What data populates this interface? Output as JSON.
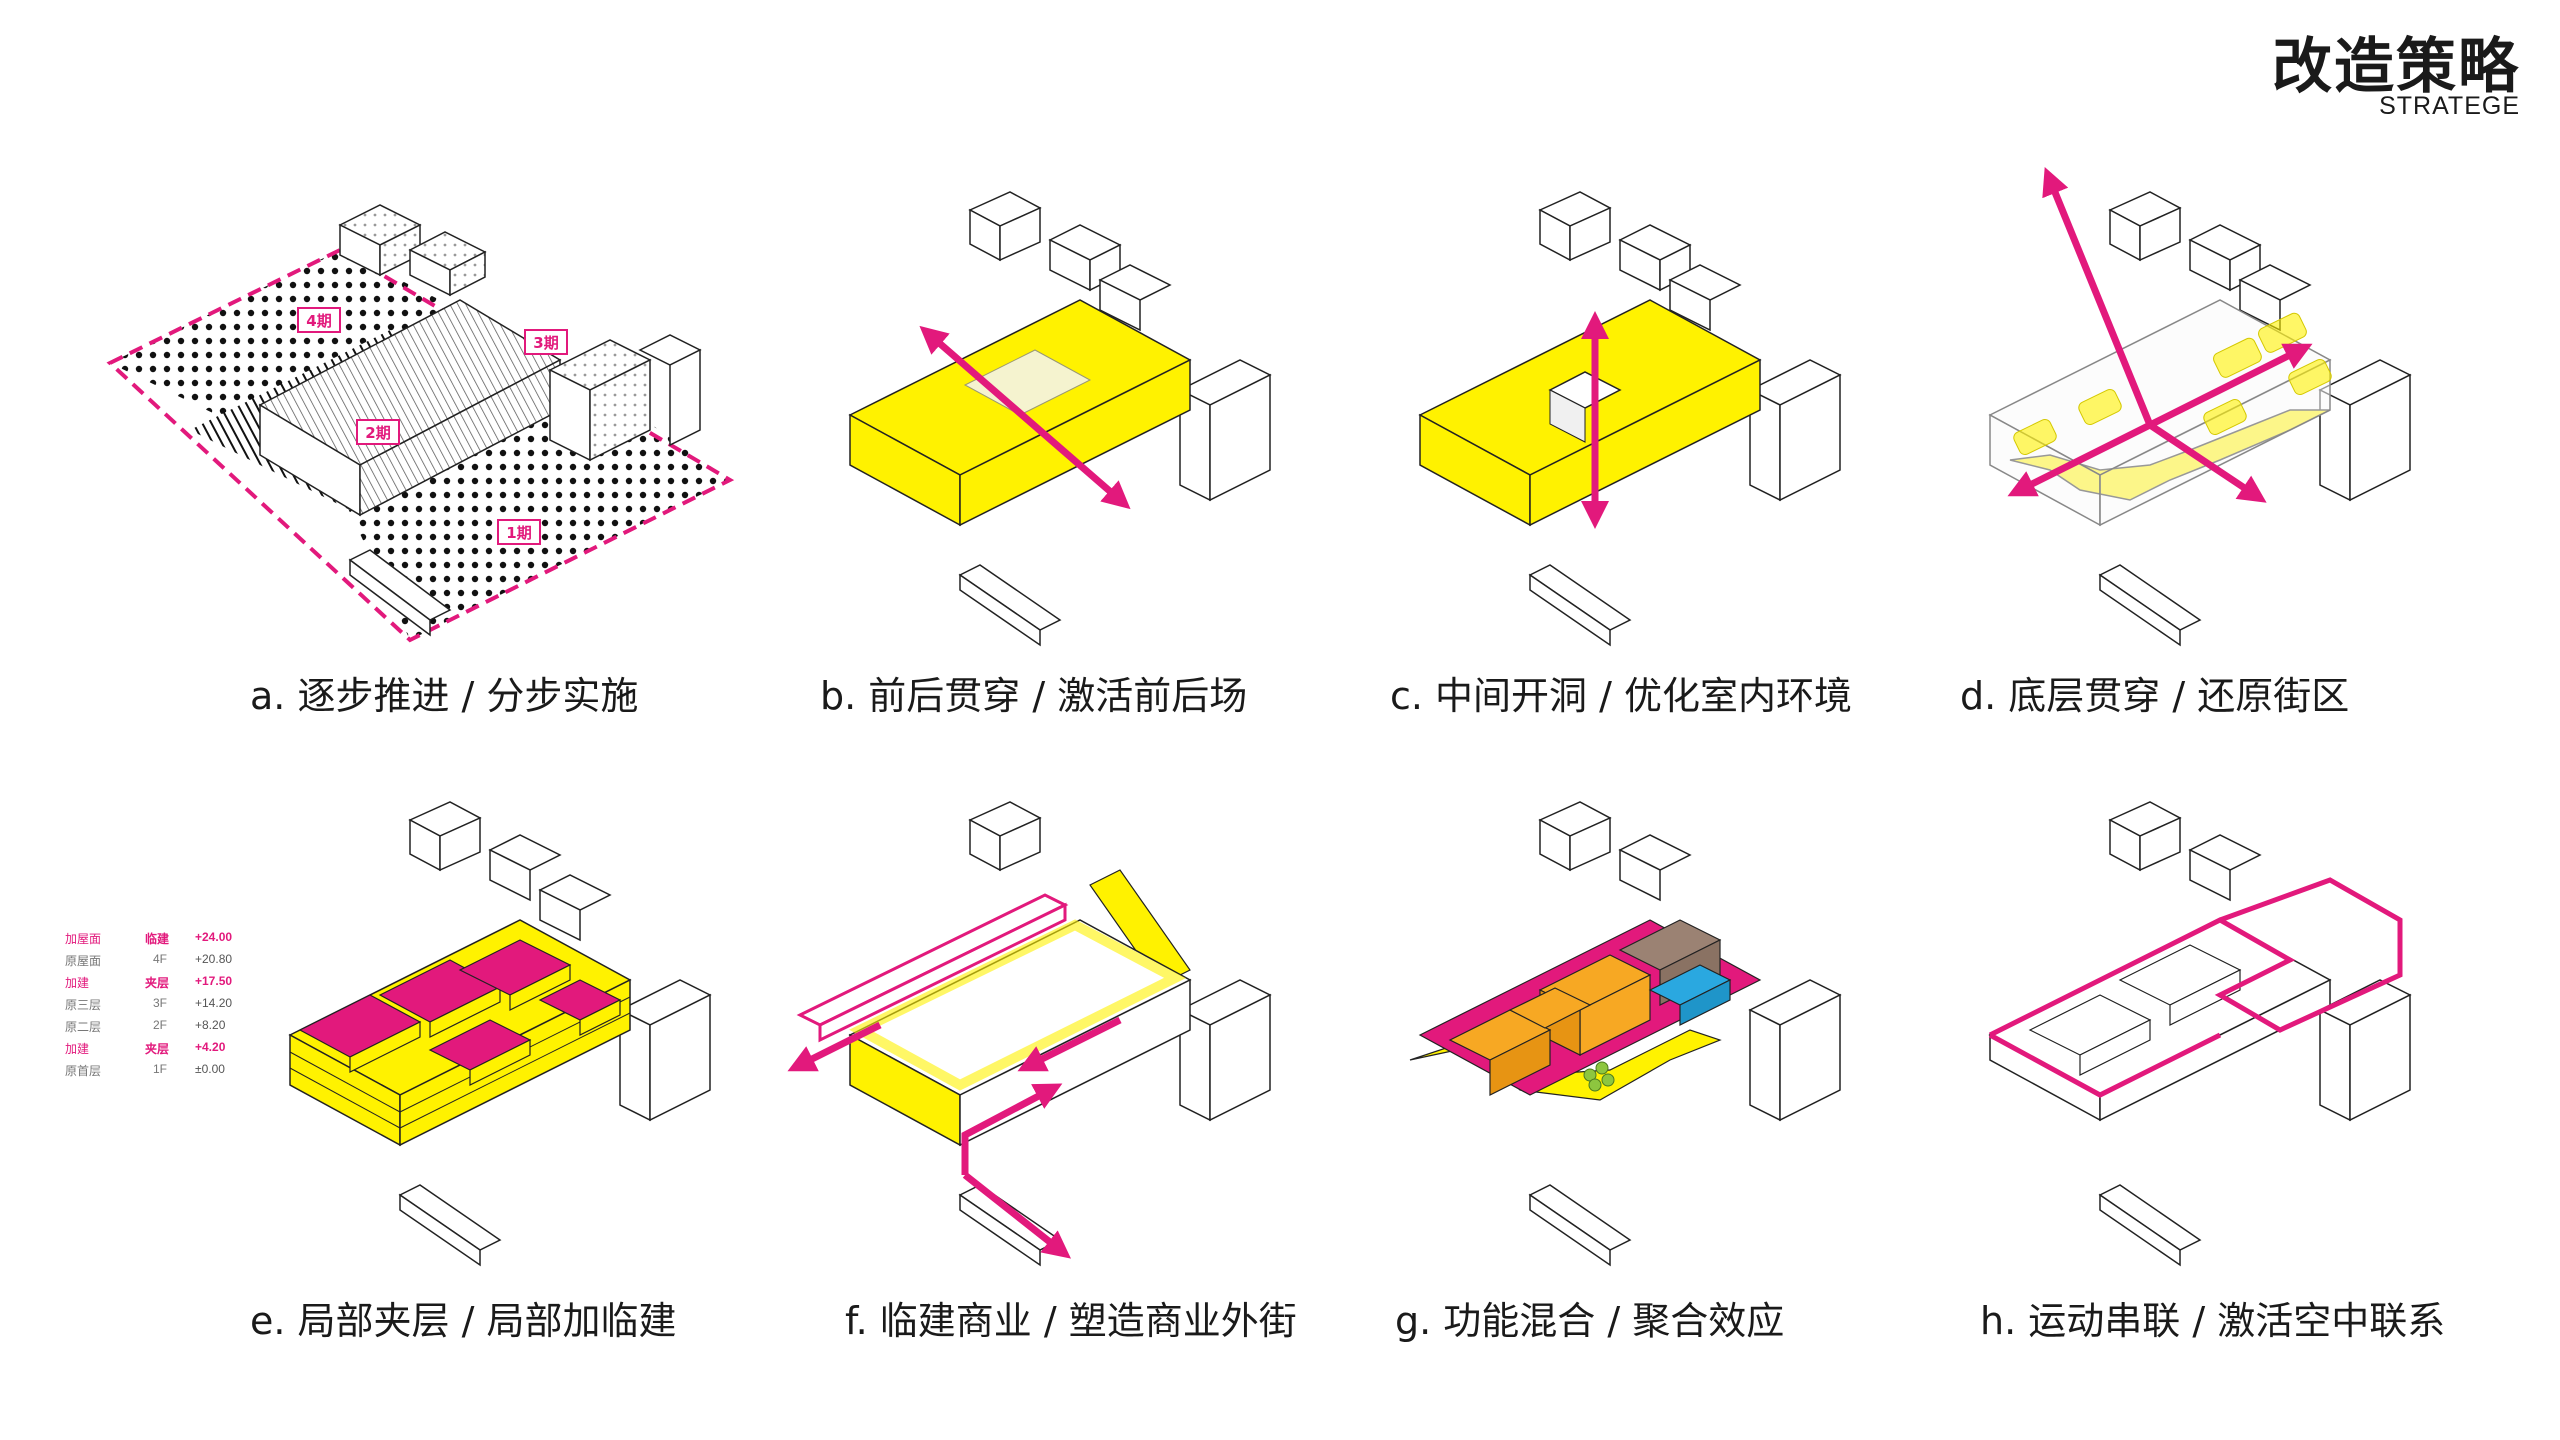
{
  "header": {
    "title": "改造策略",
    "subtitle": "STRATEGE"
  },
  "colors": {
    "magenta": "#e2197c",
    "yellow": "#fff200",
    "orange": "#f7a823",
    "brown": "#9b8273",
    "blue": "#2aa8e0",
    "green": "#8dc63f"
  },
  "panels": [
    {
      "caption": "a. 逐步推进 / 分步实施",
      "phases": [
        "4期",
        "3期",
        "2期",
        "1期"
      ]
    },
    {
      "caption": "b. 前后贯穿 / 激活前后场"
    },
    {
      "caption": "c. 中间开洞 / 优化室内环境"
    },
    {
      "caption": "d. 底层贯穿 / 还原街区"
    },
    {
      "caption": "e. 局部夹层 / 局部加临建",
      "levels": [
        {
          "name": "加屋面",
          "tag": "临建",
          "value": "+24.00"
        },
        {
          "name": "原屋面",
          "tag": "4F",
          "value": "+20.80"
        },
        {
          "name": "加建",
          "tag": "夹层",
          "value": "+17.50"
        },
        {
          "name": "原三层",
          "tag": "3F",
          "value": "+14.20"
        },
        {
          "name": "原二层",
          "tag": "2F",
          "value": "+8.20"
        },
        {
          "name": "加建",
          "tag": "夹层",
          "value": "+4.20"
        },
        {
          "name": "原首层",
          "tag": "1F",
          "value": "±0.00"
        }
      ]
    },
    {
      "caption": "f. 临建商业 / 塑造商业外街"
    },
    {
      "caption": "g. 功能混合 / 聚合效应"
    },
    {
      "caption": "h. 运动串联 / 激活空中联系"
    }
  ]
}
